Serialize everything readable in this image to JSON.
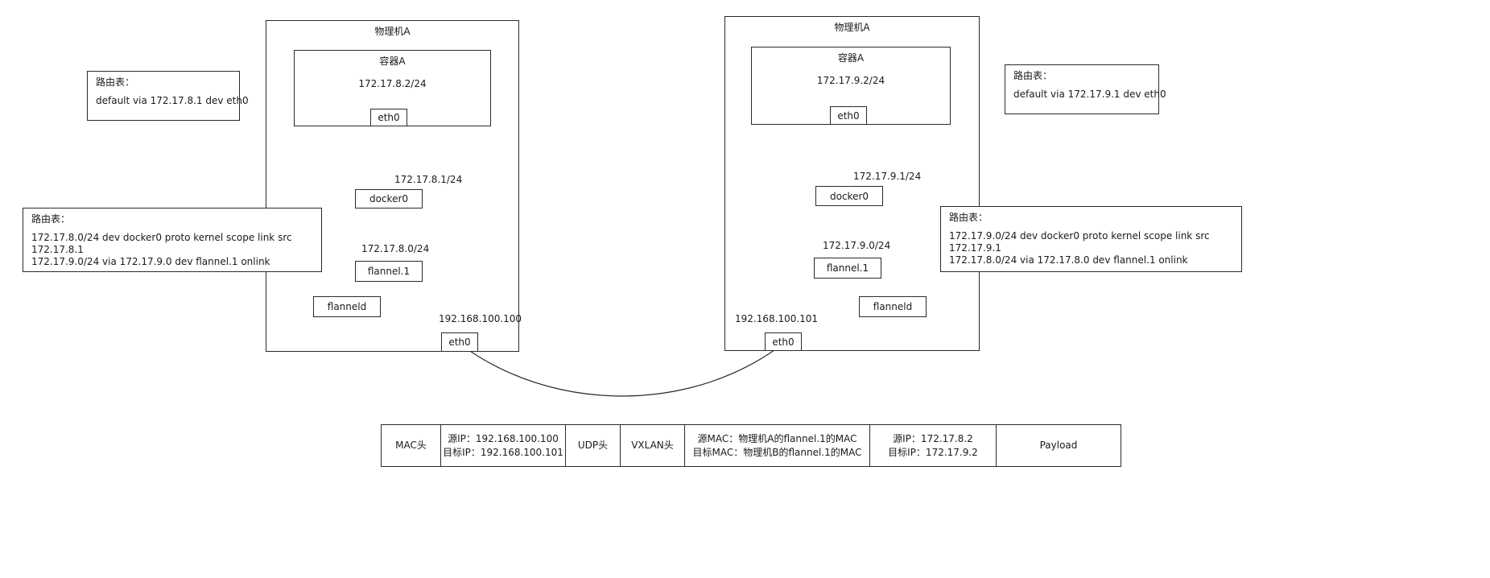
{
  "machines": {
    "left": {
      "title": "物理机A",
      "container": {
        "title": "容器A",
        "ip": "172.17.8.2/24",
        "eth0_label": "eth0"
      },
      "docker0": {
        "label": "docker0",
        "ip": "172.17.8.1/24"
      },
      "flannel": {
        "label": "flannel.1",
        "ip": "172.17.8.0/24"
      },
      "flanneld_label": "flanneld",
      "host_eth0": {
        "label": "eth0",
        "ip": "192.168.100.100"
      }
    },
    "right": {
      "title": "物理机A",
      "container": {
        "title": "容器A",
        "ip": "172.17.9.2/24",
        "eth0_label": "eth0"
      },
      "docker0": {
        "label": "docker0",
        "ip": "172.17.9.1/24"
      },
      "flannel": {
        "label": "flannel.1",
        "ip": "172.17.9.0/24"
      },
      "flanneld_label": "flanneld",
      "host_eth0": {
        "label": "eth0",
        "ip": "192.168.100.101"
      }
    }
  },
  "route_tables": {
    "top_left": {
      "title": "路由表：",
      "line1": "default via 172.17.8.1 dev eth0"
    },
    "top_right": {
      "title": "路由表：",
      "line1": "default via 172.17.9.1 dev eth0"
    },
    "mid_left": {
      "title": "路由表：",
      "line1": "172.17.8.0/24 dev docker0  proto kernel  scope link  src",
      "line2": "172.17.8.1",
      "line3": "172.17.9.0/24 via 172.17.9.0 dev flannel.1 onlink"
    },
    "mid_right": {
      "title": "路由表：",
      "line1": "172.17.9.0/24 dev docker0  proto kernel  scope link  src",
      "line2": "172.17.9.1",
      "line3": "172.17.8.0/24 via 172.17.8.0 dev flannel.1 onlink"
    }
  },
  "packet": {
    "cells": [
      {
        "line1": "MAC头",
        "line2": ""
      },
      {
        "line1": "源IP：192.168.100.100",
        "line2": "目标IP：192.168.100.101"
      },
      {
        "line1": "UDP头",
        "line2": ""
      },
      {
        "line1": "VXLAN头",
        "line2": ""
      },
      {
        "line1": "源MAC：物理机A的flannel.1的MAC",
        "line2": "目标MAC：物理机B的flannel.1的MAC"
      },
      {
        "line1": "源IP：172.17.8.2",
        "line2": "目标IP：172.17.9.2"
      },
      {
        "line1": "Payload",
        "line2": ""
      }
    ]
  },
  "colors": {
    "line": "#2a2a2a",
    "background": "#ffffff"
  }
}
